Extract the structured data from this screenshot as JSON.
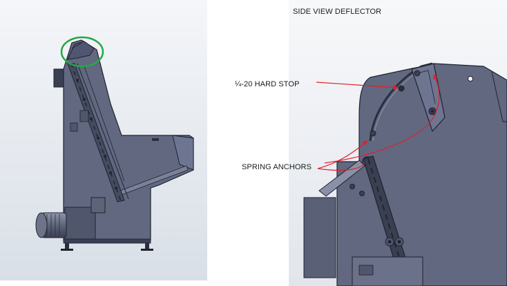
{
  "right_view": {
    "title": "SIDE VIEW DEFLECTOR",
    "callouts": {
      "hard_stop": "¼-20 HARD STOP",
      "spring_anchors": "SPRING ANCHORS"
    }
  },
  "colors": {
    "machine_fill": "#616880",
    "machine_dark": "#3a3f52",
    "machine_outline": "#1f2230",
    "highlight_circle": "#22a845",
    "callout_line": "#e0202a",
    "background_gradient_top": "#f4f6f9",
    "background_gradient_bottom": "#d7dde6"
  }
}
